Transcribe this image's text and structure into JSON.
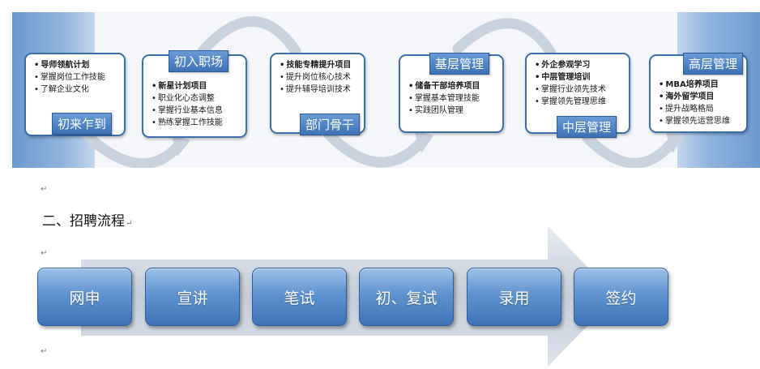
{
  "career_path": {
    "stages": [
      {
        "tag": "初来乍到",
        "items": [
          {
            "text": "导师领航计划",
            "bold": true
          },
          {
            "text": "掌握岗位工作技能",
            "bold": false
          },
          {
            "text": "了解企业文化",
            "bold": false
          }
        ]
      },
      {
        "tag": "初入职场",
        "items": [
          {
            "text": "新星计划项目",
            "bold": true
          },
          {
            "text": "职业化心态调整",
            "bold": false
          },
          {
            "text": "掌握行业基本信息",
            "bold": false
          },
          {
            "text": "熟练掌握工作技能",
            "bold": false
          }
        ]
      },
      {
        "tag": "部门骨干",
        "items": [
          {
            "text": "技能专精提升项目",
            "bold": true
          },
          {
            "text": "提升岗位核心技术",
            "bold": false
          },
          {
            "text": "提升辅导培训技术",
            "bold": false
          }
        ]
      },
      {
        "tag": "基层管理",
        "items": [
          {
            "text": "储备干部培养项目",
            "bold": true
          },
          {
            "text": "掌握基本管理技能",
            "bold": false
          },
          {
            "text": "实践团队管理",
            "bold": false
          }
        ]
      },
      {
        "tag": "中层管理",
        "items": [
          {
            "text": "外企参观学习",
            "bold": true
          },
          {
            "text": "中层管理培训",
            "bold": true
          },
          {
            "text": "掌握行业领先技术",
            "bold": false
          },
          {
            "text": "掌握领先管理思维",
            "bold": false
          }
        ]
      },
      {
        "tag": "高层管理",
        "items": [
          {
            "text": "MBA培养项目",
            "bold": true
          },
          {
            "text": "海外留学项目",
            "bold": true
          },
          {
            "text": "提升战略格局",
            "bold": false
          },
          {
            "text": "掌握领先运营思维",
            "bold": false
          }
        ]
      }
    ]
  },
  "heading": "二、招聘流程",
  "paragraph_mark": "↵",
  "recruitment": {
    "steps": [
      "网申",
      "宣讲",
      "笔试",
      "初、复试",
      "录用",
      "签约"
    ]
  },
  "colors": {
    "accent": "#3e72b6",
    "arc": "#c9d3de",
    "arrow": "#b8c3cf"
  }
}
